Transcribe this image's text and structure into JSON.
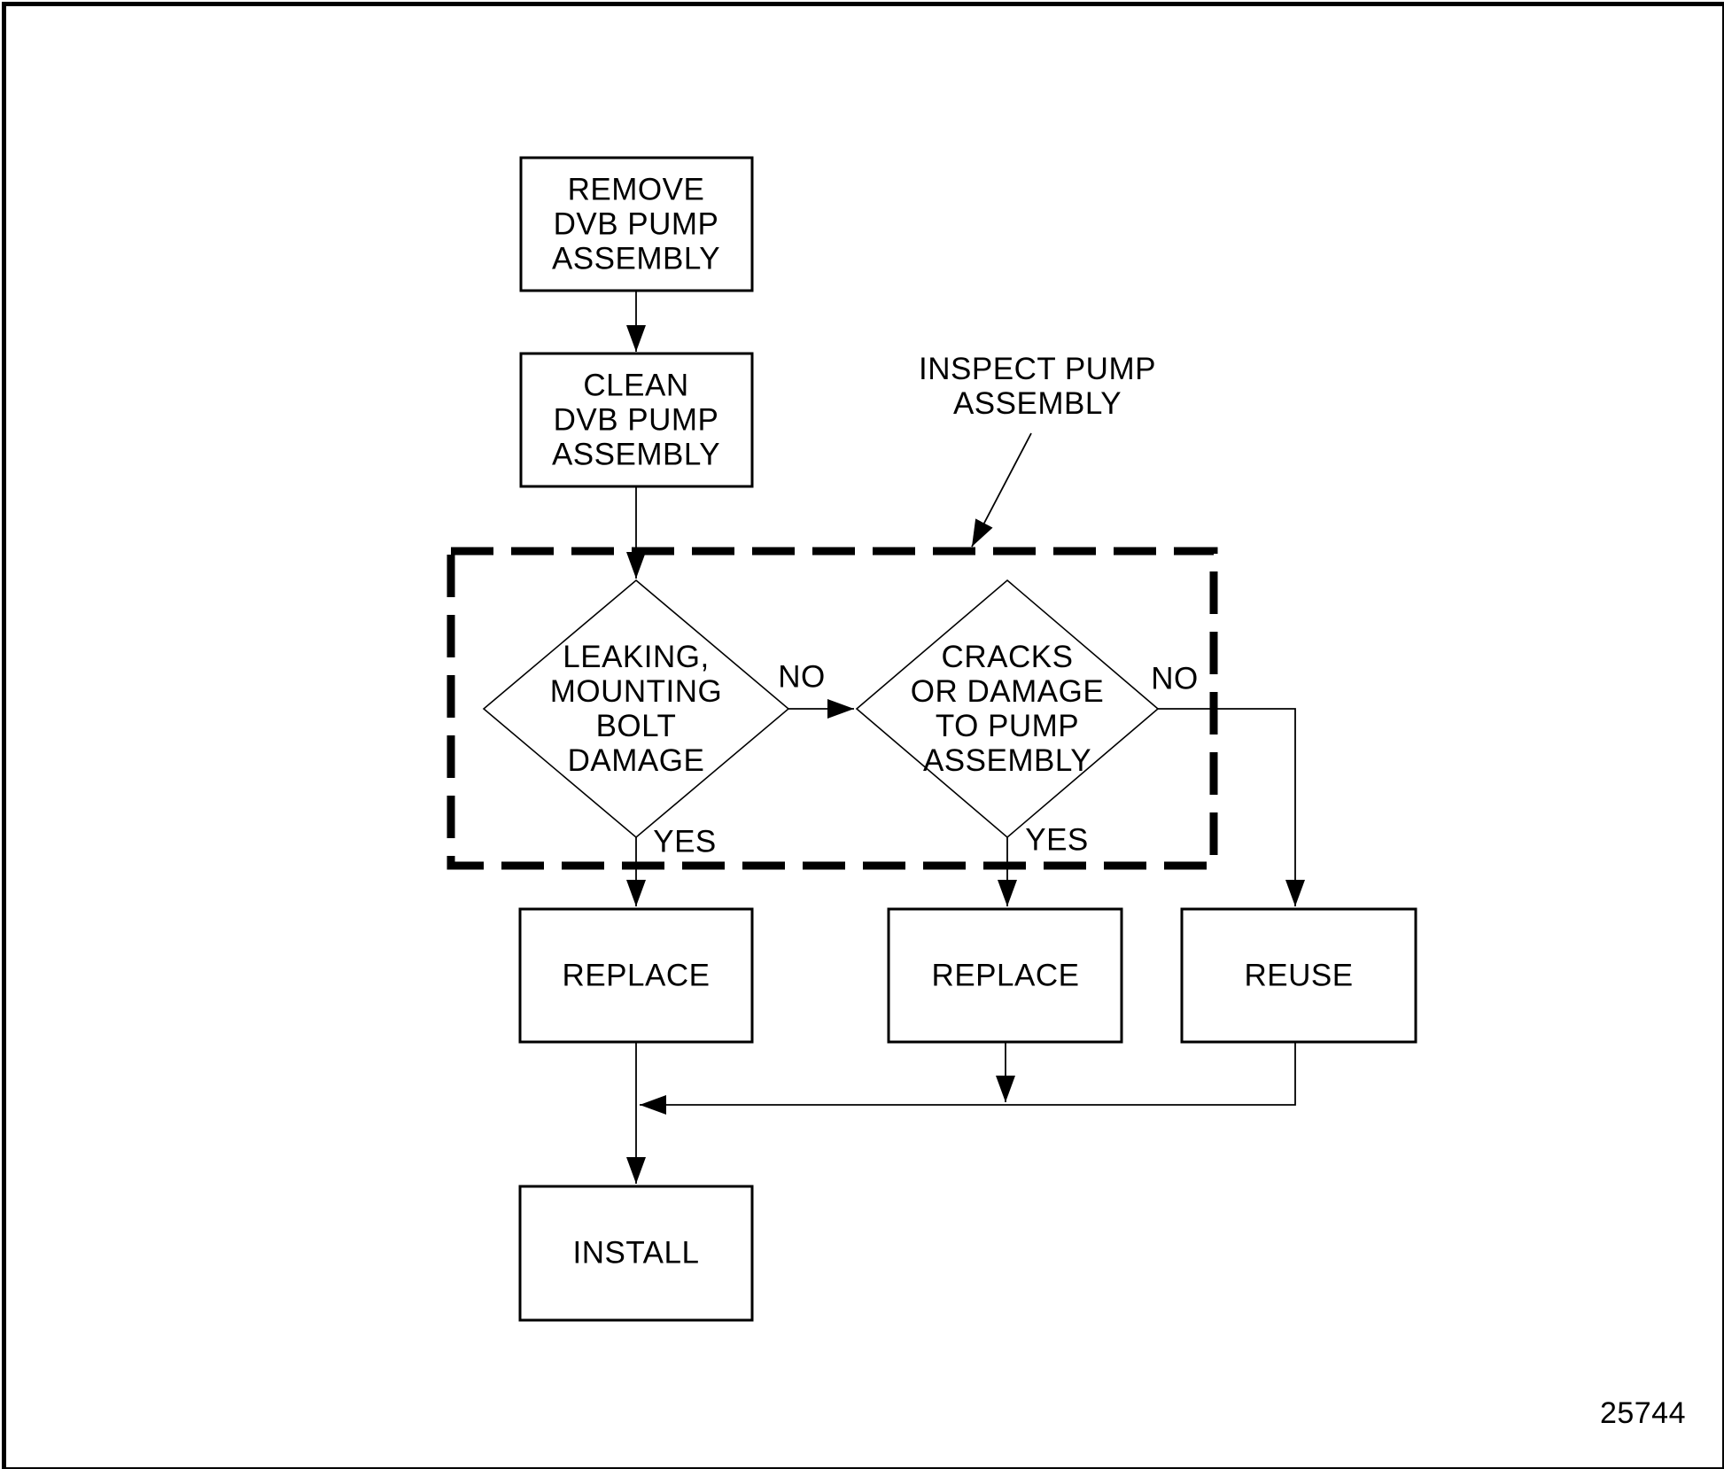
{
  "diagram": {
    "title_note": "INSPECT PUMP\nASSEMBLY",
    "boxes": {
      "remove": "REMOVE\nDVB PUMP\nASSEMBLY",
      "clean": "CLEAN\nDVB PUMP\nASSEMBLY",
      "replace_left": "REPLACE",
      "replace_middle": "REPLACE",
      "reuse": "REUSE",
      "install": "INSTALL"
    },
    "decisions": {
      "leaking": "LEAKING,\nMOUNTING\nBOLT\nDAMAGE",
      "cracks": "CRACKS\nOR DAMAGE\nTO PUMP\nASSEMBLY"
    },
    "edge_labels": {
      "leaking_no": "NO",
      "leaking_yes": "YES",
      "cracks_no": "NO",
      "cracks_yes": "YES"
    },
    "figure_number": "25744",
    "colors": {
      "ink": "#000000",
      "background": "#ffffff"
    }
  }
}
